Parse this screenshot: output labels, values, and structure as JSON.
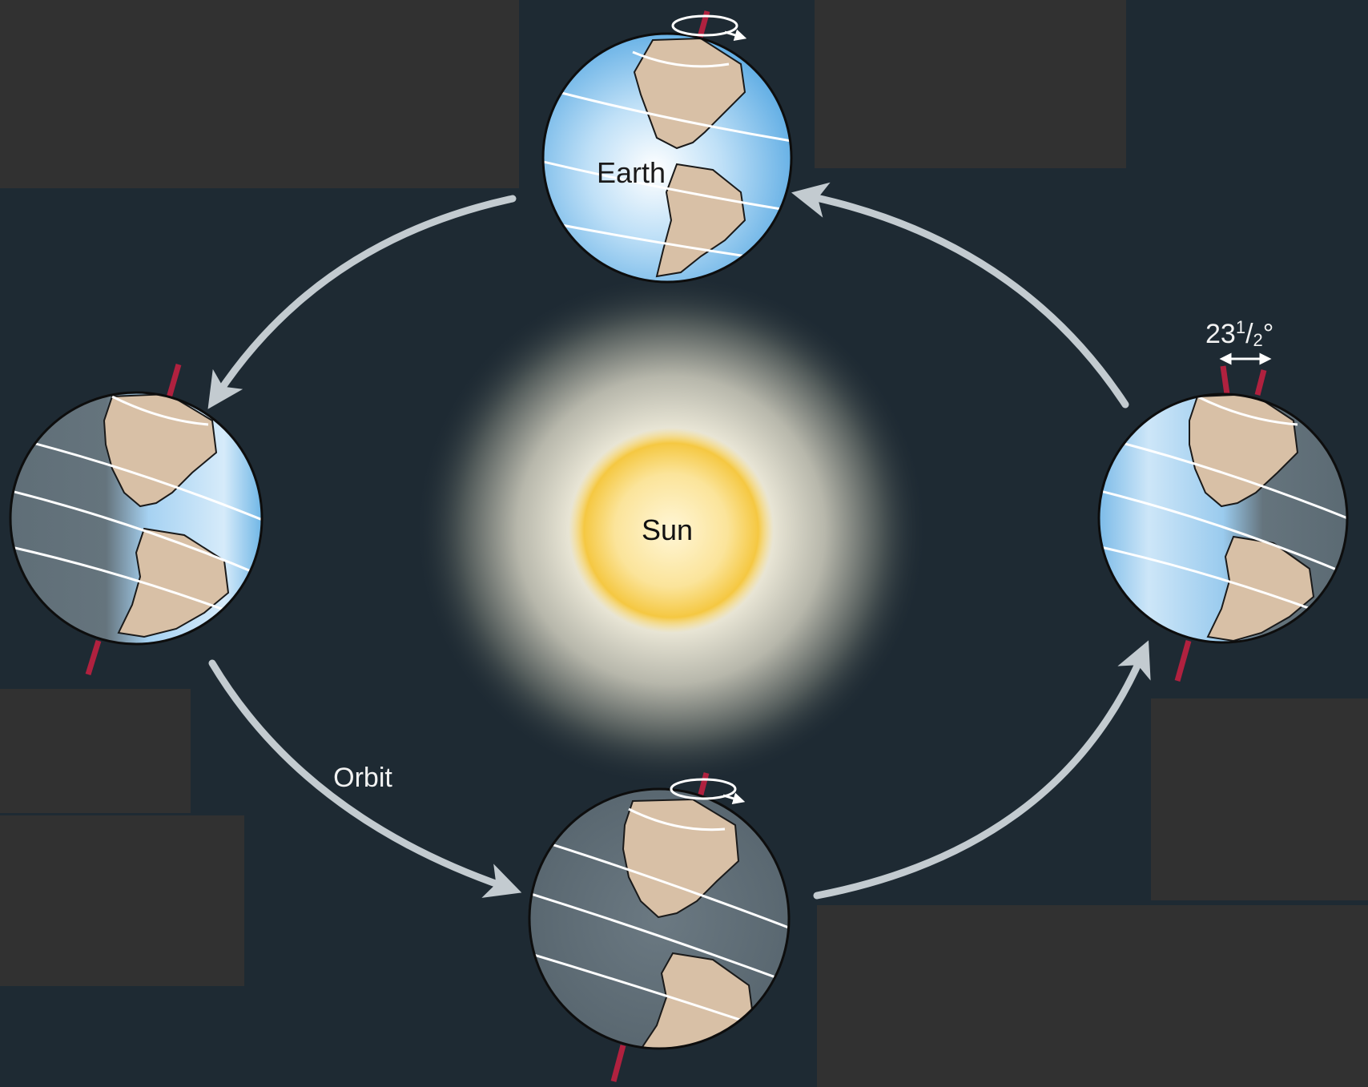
{
  "diagram": {
    "labels": {
      "sun": "Sun",
      "earth": "Earth",
      "orbit": "Orbit",
      "tilt_main": "23",
      "tilt_num": "1",
      "tilt_sep": "/",
      "tilt_den": "2",
      "tilt_deg": "°"
    },
    "colors": {
      "background": "#1e2a33",
      "panel": "#313131",
      "sun_core": "#f5c842",
      "ocean_lit": "#8ec6f0",
      "ocean_dark": "#5f6e77",
      "land": "#d8c0a6",
      "axis": "#b0213f",
      "orbit_arrow": "#c3cbd0"
    },
    "icons": [
      "sun-icon",
      "earth-globe-icon",
      "orbit-arrow-icon",
      "axis-tilt-icon",
      "rotation-arrow-icon"
    ]
  }
}
